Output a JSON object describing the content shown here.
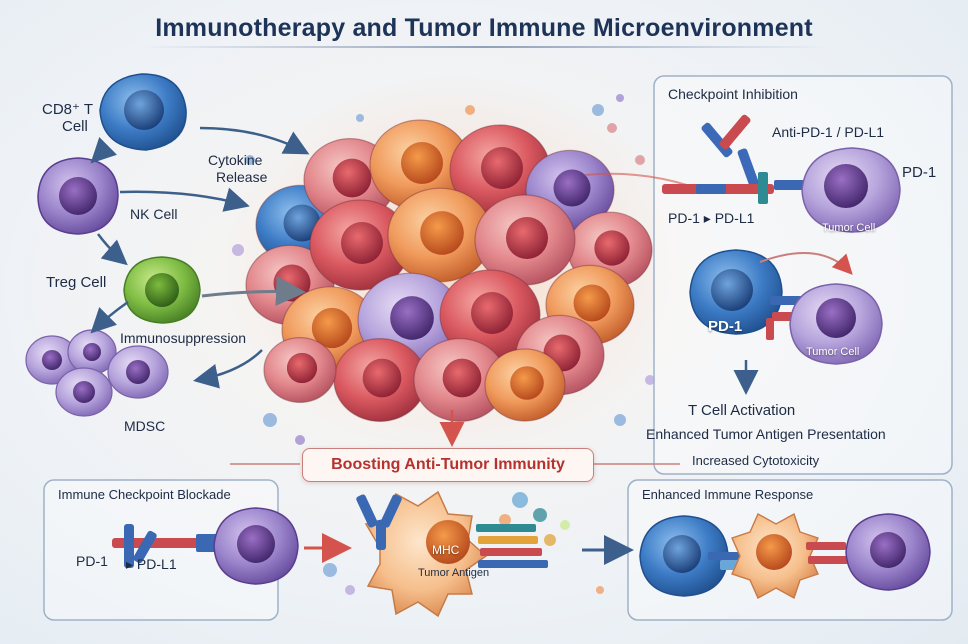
{
  "title": "Immunotherapy and Tumor Immune Microenvironment",
  "left_cells": {
    "cd8": "CD8⁺ T\nCell",
    "cd8_line1": "CD8⁺ T",
    "cd8_line2": "Cell",
    "cytokine_line1": "Cytokine",
    "cytokine_line2": "Release",
    "nk": "NK Cell",
    "treg": "Treg Cell",
    "immunosuppression": "Immunosuppression",
    "mdsc": "MDSC"
  },
  "checkpoint_panel": {
    "title": "Checkpoint Inhibition",
    "antibody": "Anti-PD-1 / PD-L1",
    "pd1_right": "PD-1",
    "interaction": "PD-1 ▸ PD-L1",
    "tumor_cell_1": "Tumor Cell",
    "pd1_tcell": "PD-1",
    "tumor_cell_2": "Tumor Cell",
    "activation": "T Cell Activation",
    "presentation": "Enhanced Tumor Antigen Presentation",
    "cytotoxicity": "Increased Cytotoxicity"
  },
  "banner": "Boosting Anti-Tumor Immunity",
  "blockade_panel": {
    "title": "Immune Checkpoint Blockade",
    "pd1": "PD-1",
    "pdl1": "▸ PD-L1"
  },
  "apc": {
    "mhc": "MHC",
    "antigen": "Tumor Antigen"
  },
  "enhanced_panel": {
    "title": "Enhanced Immune Response"
  },
  "colors": {
    "title": "#1d3358",
    "banner_text": "#b5322e",
    "panel_border": "#9fb1c8",
    "t_cell_blue": "#2f67b0",
    "nk_purple": "#6a4a9a",
    "treg_green": "#5f9a33",
    "tumor_red": "#d3474f",
    "tumor_orange": "#e87a37",
    "arrow_blue": "#3d5f8c",
    "arrow_red": "#d4534c"
  }
}
